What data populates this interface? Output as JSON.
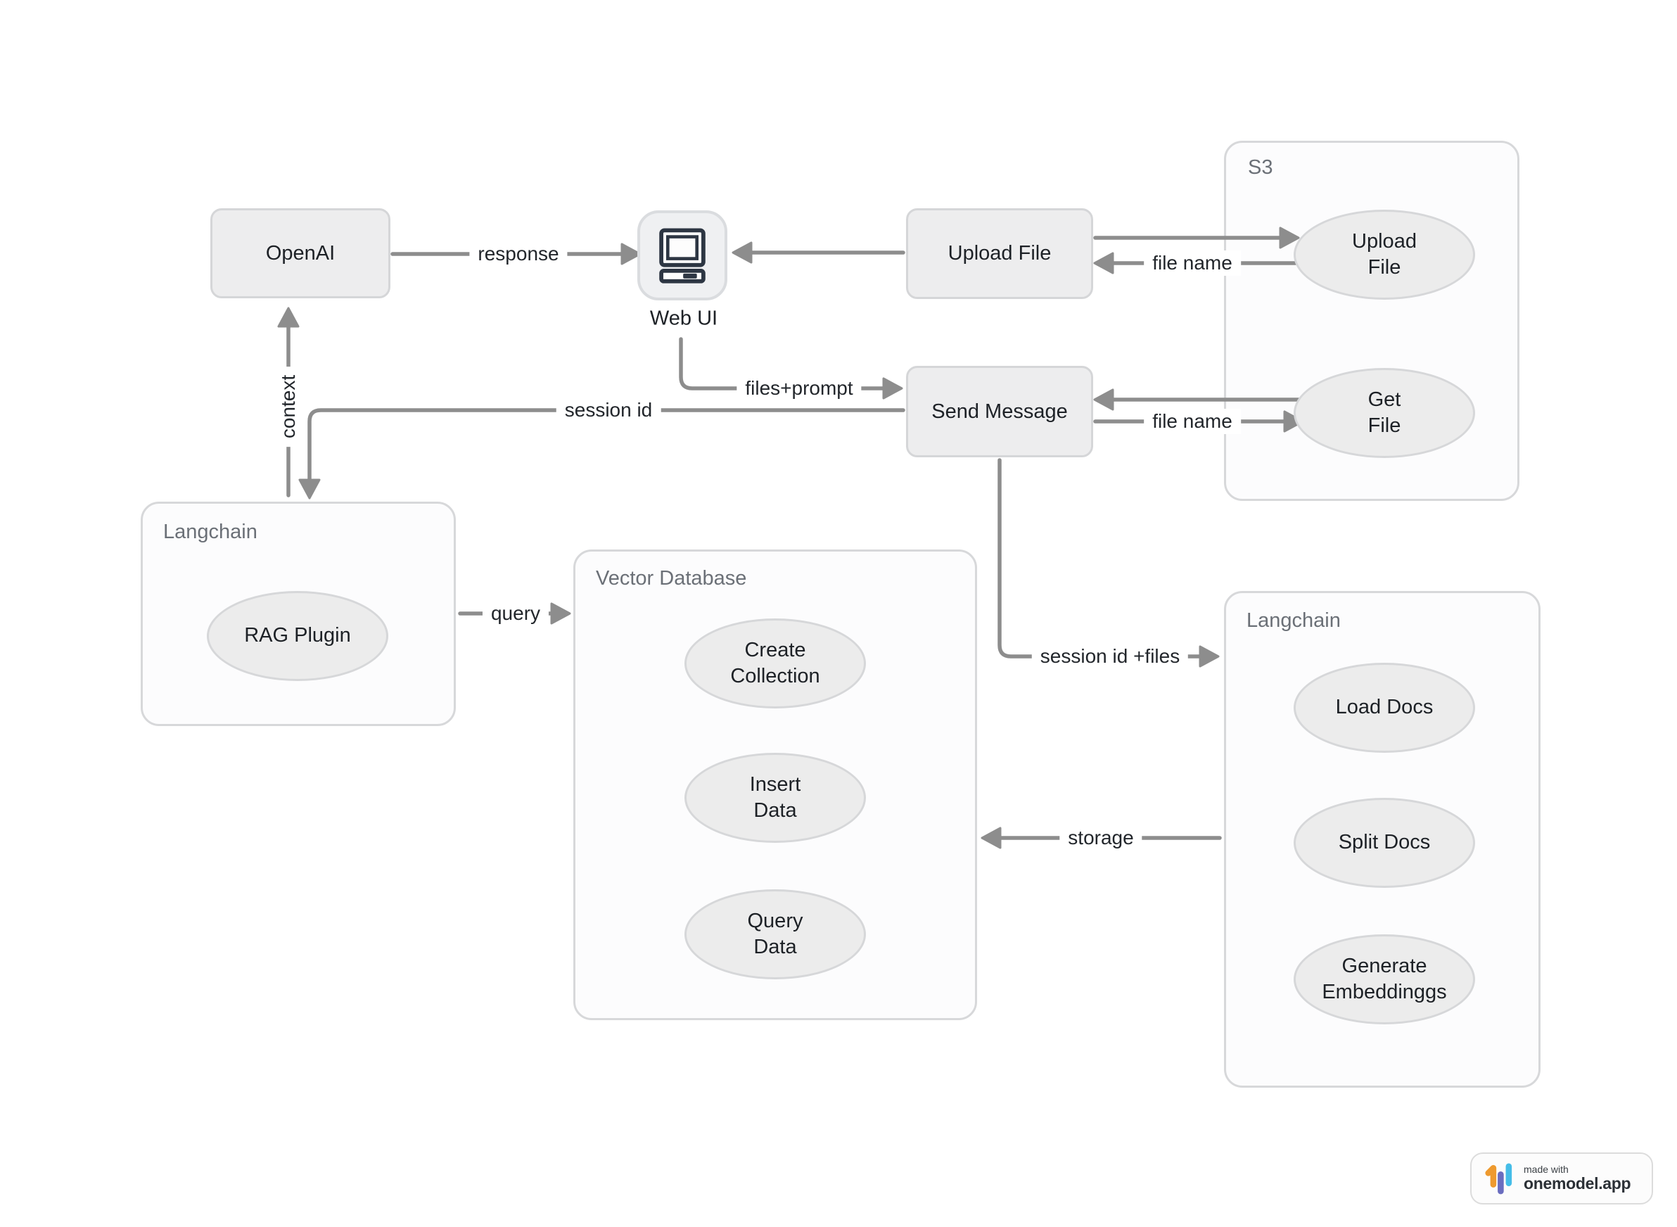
{
  "diagram": {
    "nodes": {
      "openai": {
        "label": "OpenAI"
      },
      "web_ui": {
        "label": "Web UI"
      },
      "upload_file": {
        "label": "Upload File"
      },
      "send_message": {
        "label": "Send Message"
      }
    },
    "containers": {
      "s3": {
        "label": "S3"
      },
      "langchain_left": {
        "label": "Langchain"
      },
      "vector_database": {
        "label": "Vector Database"
      },
      "langchain_right": {
        "label": "Langchain"
      }
    },
    "ellipses": {
      "s3_upload_file": {
        "line1": "Upload",
        "line2": "File"
      },
      "s3_get_file": {
        "line1": "Get",
        "line2": "File"
      },
      "rag_plugin": {
        "label": "RAG Plugin"
      },
      "create_collection": {
        "line1": "Create",
        "line2": "Collection"
      },
      "insert_data": {
        "line1": "Insert",
        "line2": "Data"
      },
      "query_data": {
        "line1": "Query",
        "line2": "Data"
      },
      "load_docs": {
        "label": "Load Docs"
      },
      "split_docs": {
        "label": "Split Docs"
      },
      "generate_embeddings": {
        "line1": "Generate",
        "line2": "Embeddinggs"
      }
    },
    "edge_labels": {
      "response": "response",
      "file_name_upload": "file name",
      "file_name_get": "file name",
      "files_prompt": "files+prompt",
      "session_id": "session id",
      "context": "context",
      "query": "query",
      "session_id_files": "session id +files",
      "storage": "storage"
    }
  },
  "badge": {
    "made_with": "made with",
    "brand": "onemodel.app"
  },
  "colors": {
    "arrow": "#8d8d8d",
    "node_fill": "#ededee",
    "node_border": "#d5d6d8",
    "container_fill": "#fcfcfd",
    "container_border": "#d7d8da",
    "label_text": "#22262b",
    "container_label_text": "#6b7077",
    "computer_icon": "#2d3643",
    "logo_orange": "#ee9a2f",
    "logo_purple": "#6a6dbf",
    "logo_blue": "#45bde8"
  }
}
